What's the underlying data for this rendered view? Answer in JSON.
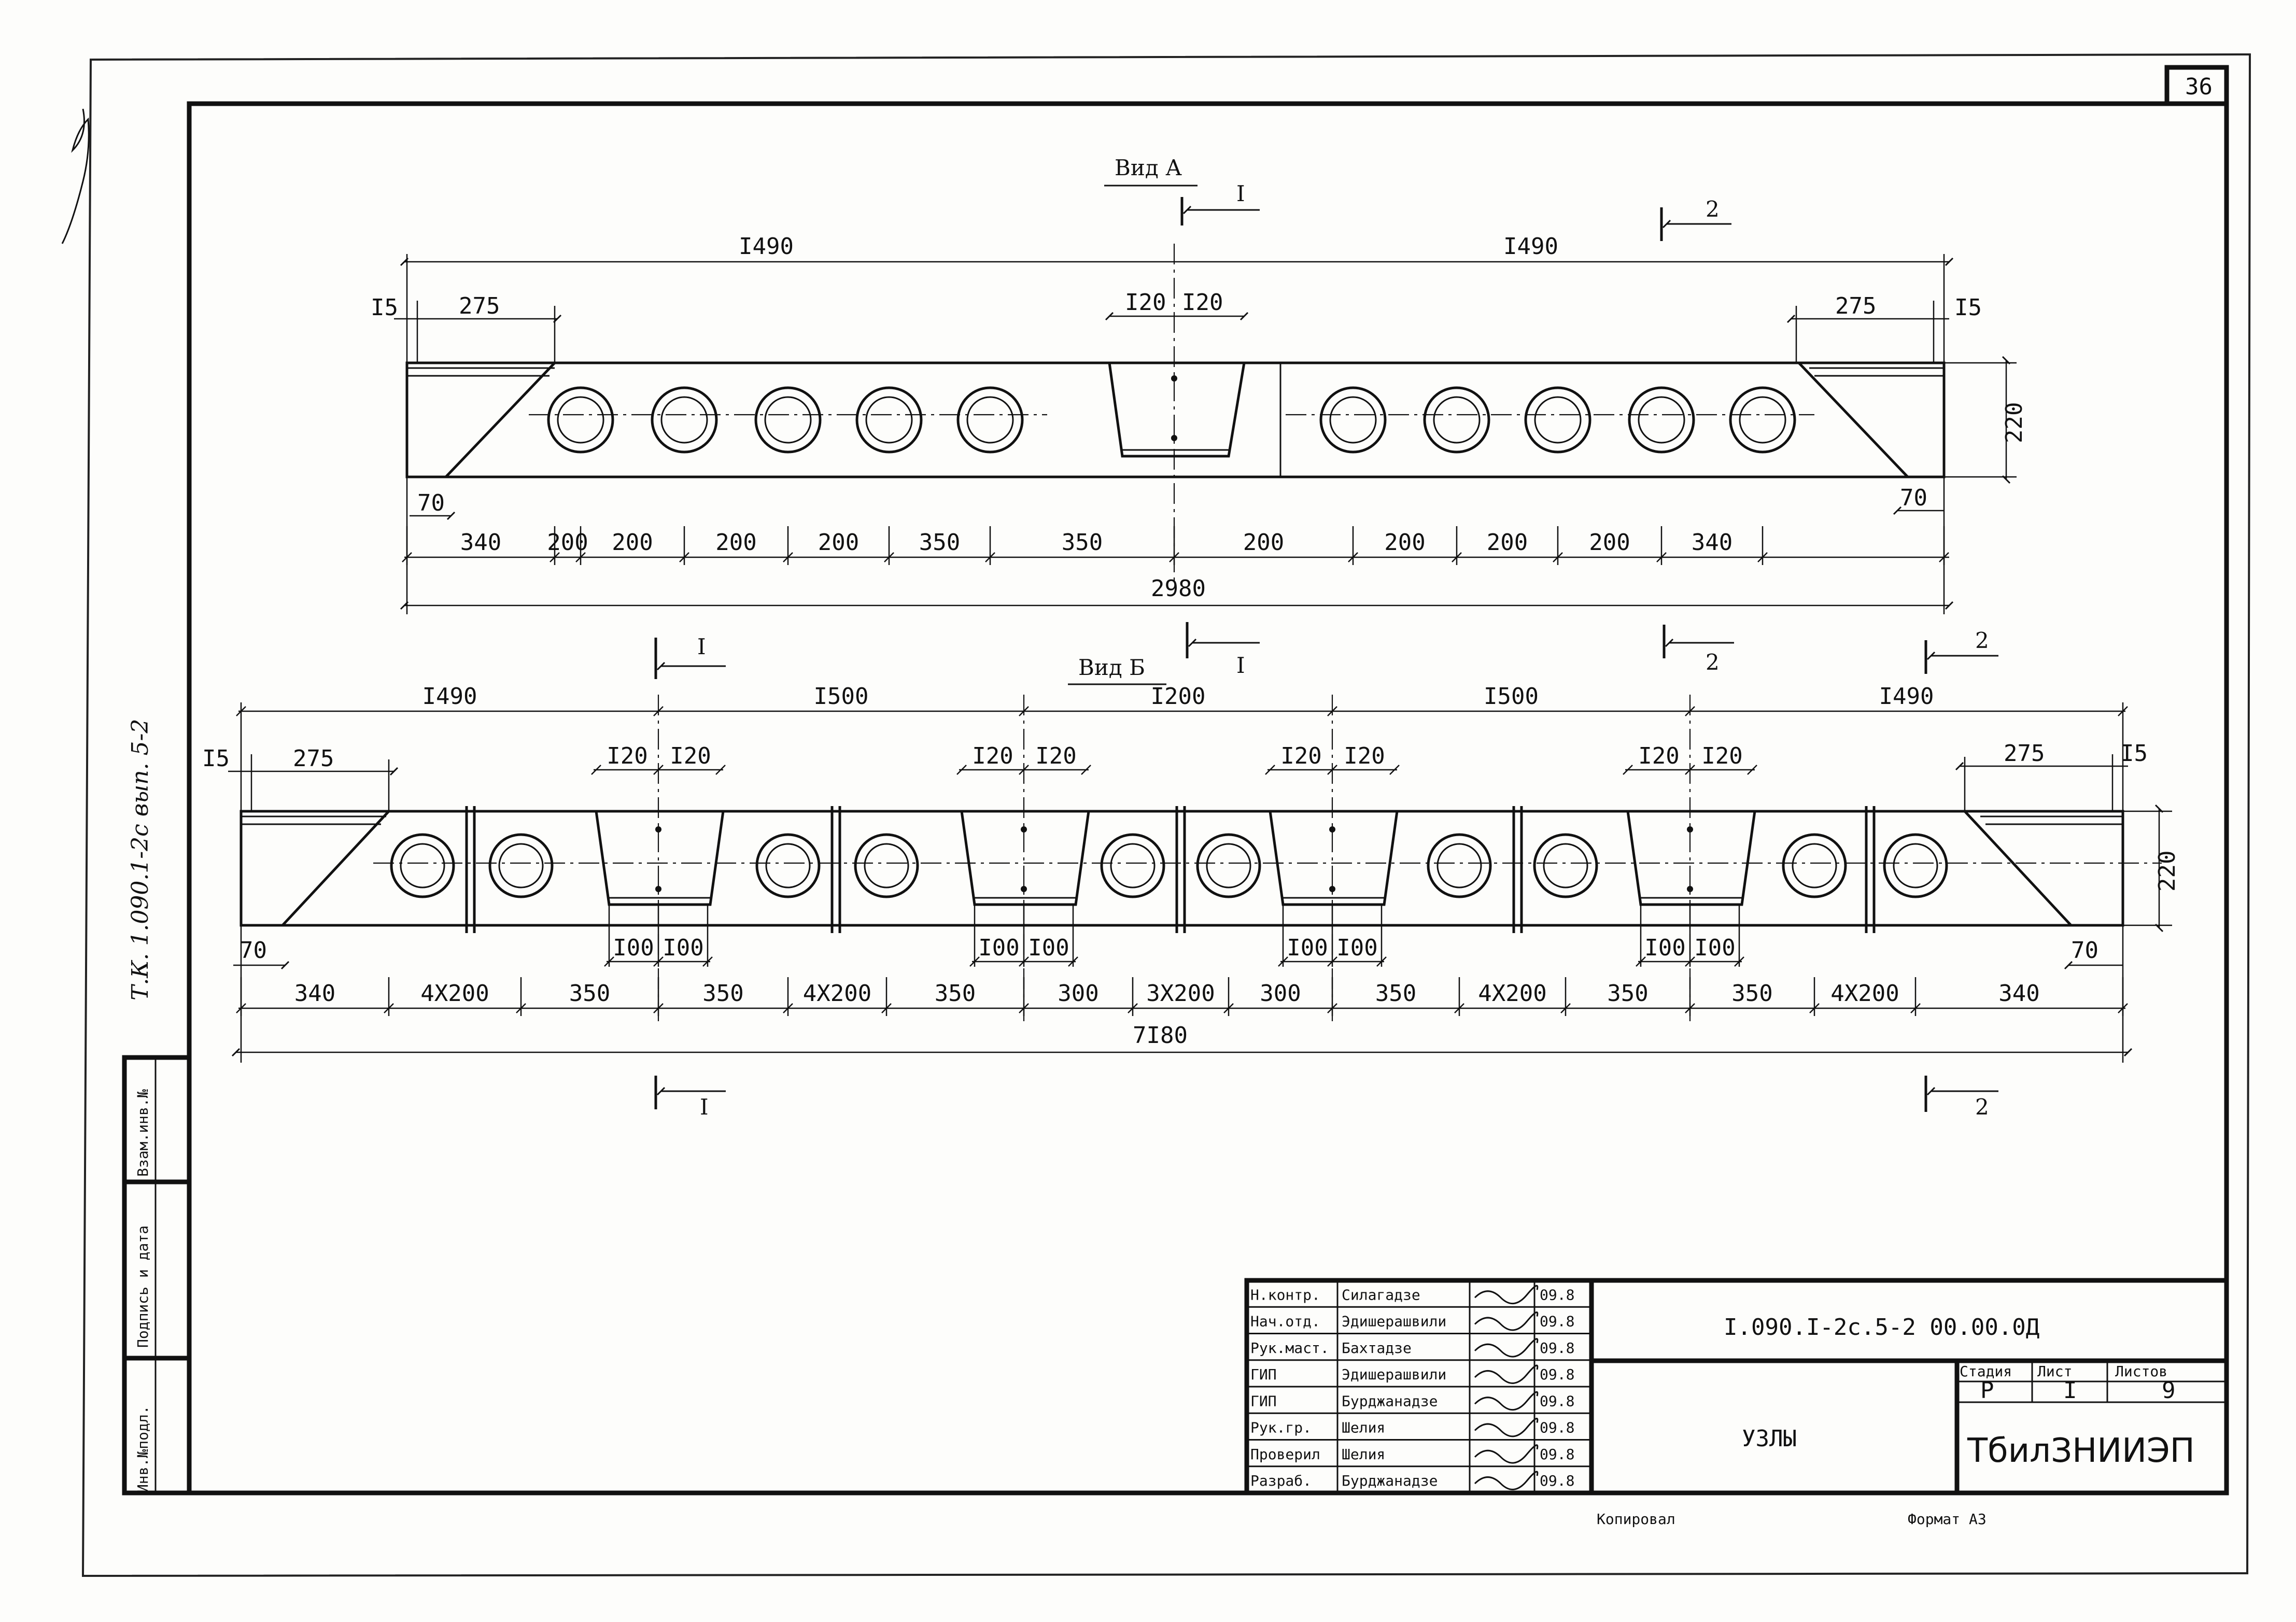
{
  "sheet_number": "36",
  "side_note": "Т.К. 1.090.1-2с вып. 5-2",
  "view_a": {
    "title": "Вид А",
    "top_dims": [
      "I490",
      "I490"
    ],
    "dim_15": "I5",
    "dim_275": "275",
    "dim_120": "I20",
    "dim_220": "220",
    "dim_70": "70",
    "bottom_dims": [
      "340",
      "200",
      "200",
      "200",
      "200",
      "350",
      "350",
      "200",
      "200",
      "200",
      "200",
      "340"
    ],
    "total": "2980",
    "section_1": "I",
    "section_2": "2"
  },
  "view_b": {
    "title": "Вид Б",
    "top_dims": [
      "I490",
      "I500",
      "I200",
      "I500",
      "I490"
    ],
    "dim_15": "I5",
    "dim_275": "275",
    "dim_120": "I20",
    "dim_100": "I00",
    "dim_220": "220",
    "dim_70": "70",
    "bottom_dims": [
      "340",
      "4X200",
      "350",
      "350",
      "4X200",
      "350",
      "300",
      "3X200",
      "300",
      "350",
      "4X200",
      "350",
      "350",
      "4X200",
      "340"
    ],
    "total": "7I80",
    "section_1": "I",
    "section_2": "2"
  },
  "title_block": {
    "code": "I.090.I-2c.5-2   00.00.0Д",
    "name": "УЗЛЫ",
    "organization": "ТбилЗНИИЭП",
    "stage_label": "Стадия",
    "sheet_label": "Лист",
    "sheets_label": "Листов",
    "stage": "Р",
    "sheet": "I",
    "sheets": "9",
    "rows": [
      {
        "role": "Н.контр.",
        "name": "Силагадзе",
        "date": "09.8"
      },
      {
        "role": "Нач.отд.",
        "name": "Эдишерашвили",
        "date": "09.8"
      },
      {
        "role": "Рук.маст.",
        "name": "Бахтадзе",
        "date": "09.8"
      },
      {
        "role": "ГИП",
        "name": "Эдишерашвили",
        "date": "09.8"
      },
      {
        "role": "ГИП",
        "name": "Бурджанадзе",
        "date": "09.8"
      },
      {
        "role": "Рук.гр.",
        "name": "Шелия",
        "date": "09.8"
      },
      {
        "role": "Проверил",
        "name": "Шелия",
        "date": "09.8"
      },
      {
        "role": "Разраб.",
        "name": "Бурджанадзе",
        "date": "09.8"
      }
    ]
  },
  "left_strip": [
    "Инв.№подл.",
    "Подпись и дата",
    "Взам.инв.№"
  ],
  "footer": {
    "copied": "Копировал",
    "format": "Формат А3"
  }
}
